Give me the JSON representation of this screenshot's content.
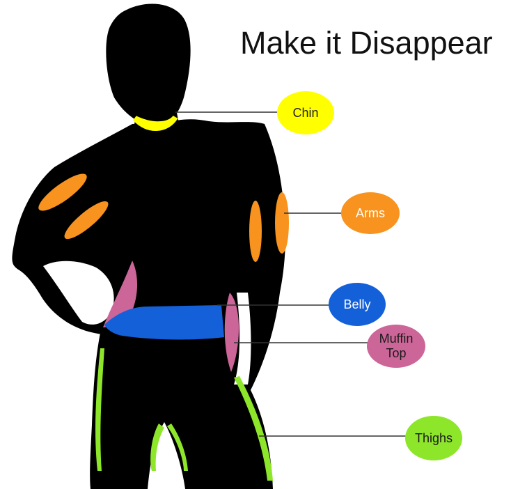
{
  "title": "Make it Disappear",
  "labels": {
    "chin": {
      "text": "Chin",
      "color": "#ffff00",
      "text_color": "#222222"
    },
    "arms": {
      "text": "Arms",
      "color": "#f7931e",
      "text_color": "#ffffff"
    },
    "belly": {
      "text": "Belly",
      "color": "#1460d8",
      "text_color": "#ffffff"
    },
    "muffin_top": {
      "line1": "Muffin",
      "line2": "Top",
      "color": "#cc6699",
      "text_color": "#1a1a1a"
    },
    "thighs": {
      "text": "Thighs",
      "color": "#8ee62a",
      "text_color": "#1a1a1a"
    }
  },
  "colors": {
    "silhouette": "#000000",
    "leader_line": "#333333"
  }
}
